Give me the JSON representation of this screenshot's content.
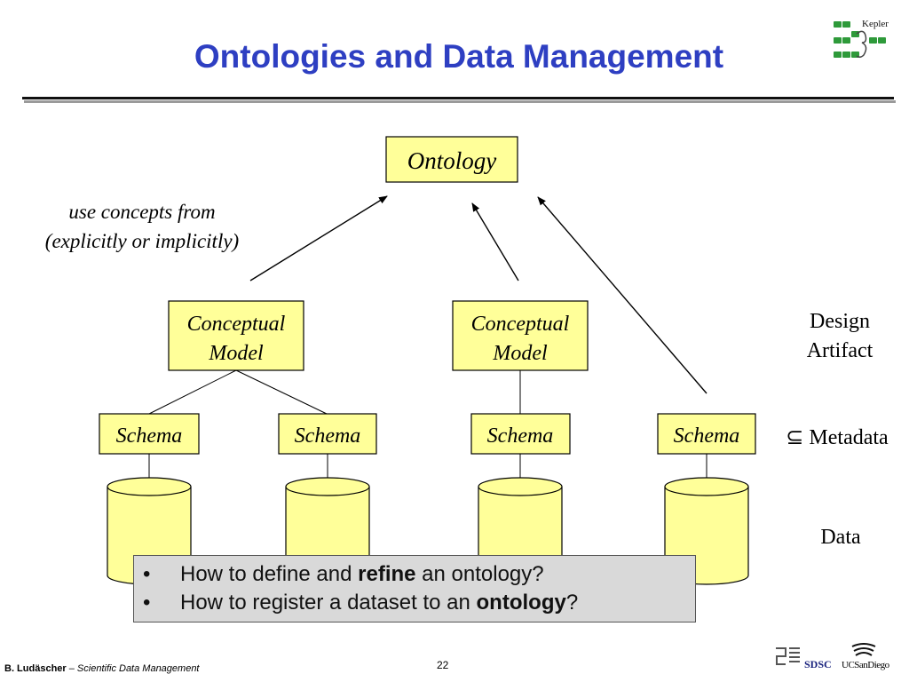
{
  "slide": {
    "title": "Ontologies and Data Management",
    "page_number": "22"
  },
  "logo": {
    "kepler_label": "Kepler"
  },
  "diagram": {
    "ontology_label": "Ontology",
    "annotation": [
      "use concepts from",
      "(explicitly or implicitly)"
    ],
    "conceptual_models": [
      {
        "line1": "Conceptual",
        "line2": "Model"
      },
      {
        "line1": "Conceptual",
        "line2": "Model"
      }
    ],
    "schemas": [
      "Schema",
      "Schema",
      "Schema",
      "Schema"
    ],
    "side_labels": {
      "design_artifact": [
        "Design",
        "Artifact"
      ],
      "metadata": "⊆ Metadata",
      "data": "Data"
    },
    "colors": {
      "box_fill": "#ffff99",
      "cylinder_fill": "#ffff99",
      "title_blue": "#2e3fc2"
    }
  },
  "bullets": [
    {
      "before": "How to define and ",
      "bold": "refine",
      "after": " an ontology?"
    },
    {
      "before": "How to register a dataset to an ",
      "bold": "ontology",
      "after": "?"
    }
  ],
  "footer": {
    "author": "B. Ludäscher",
    "separator": " – ",
    "course": "Scientific Data Management",
    "sdsc": "SDSC",
    "ucsd": "UCSanDiego"
  }
}
